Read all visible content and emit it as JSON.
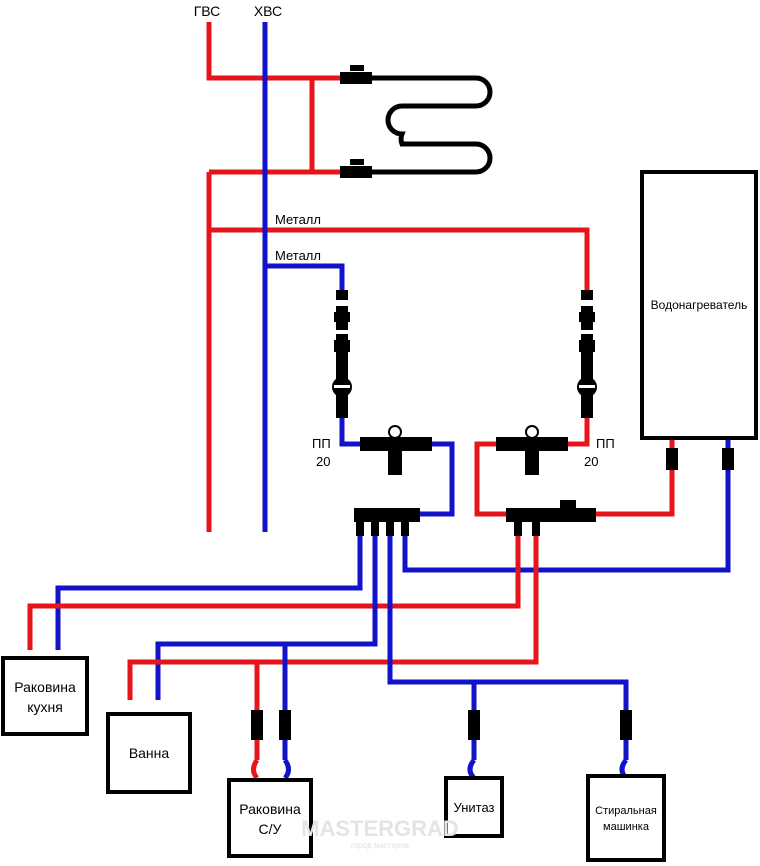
{
  "risers": {
    "hot_label": "ГВС",
    "cold_label": "ХВС"
  },
  "pipe_labels": {
    "hot_metal": "Металл",
    "cold_metal": "Металл"
  },
  "pp_left": {
    "line1": "ПП",
    "line2": "20"
  },
  "pp_right": {
    "line1": "ПП",
    "line2": "20"
  },
  "heater": {
    "label": "Водонагреватель"
  },
  "fixtures": {
    "kitchen_sink": {
      "line1": "Раковина",
      "line2": "кухня"
    },
    "bath": {
      "label": "Ванна"
    },
    "bathroom_sink": {
      "line1": "Раковина",
      "line2": "С/У"
    },
    "toilet": {
      "label": "Унитаз"
    },
    "washer": {
      "line1": "Стиральная",
      "line2": "машинка"
    }
  },
  "watermark": {
    "main": "MASTERGRAD",
    "sub": "город мастеров"
  },
  "colors": {
    "hot": "#e8141b",
    "cold": "#1212c8",
    "fittings": "#000000"
  }
}
